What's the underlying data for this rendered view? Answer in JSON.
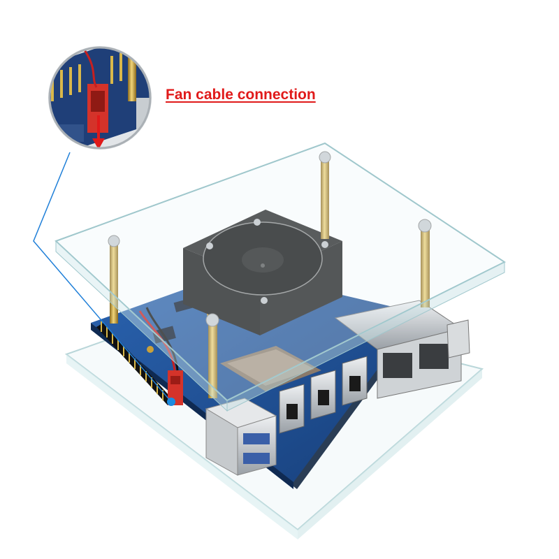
{
  "callout": {
    "label": "Fan cable connection",
    "label_color": "#e01a1a",
    "leader_color": "#1f7fd8",
    "marker_color": "#1a8be0"
  },
  "product": {
    "components": [
      "acrylic-top-plate",
      "acrylic-bottom-plate",
      "brass-standoffs",
      "cooling-fan",
      "circuit-board",
      "ethernet-ports",
      "usb-ports",
      "hdmi-ports",
      "gpio-header",
      "fan-connector"
    ],
    "colors": {
      "board": "#1c4f94",
      "fan": "#151515",
      "brass": "#c9a13a",
      "connector": "#d4332a"
    }
  }
}
